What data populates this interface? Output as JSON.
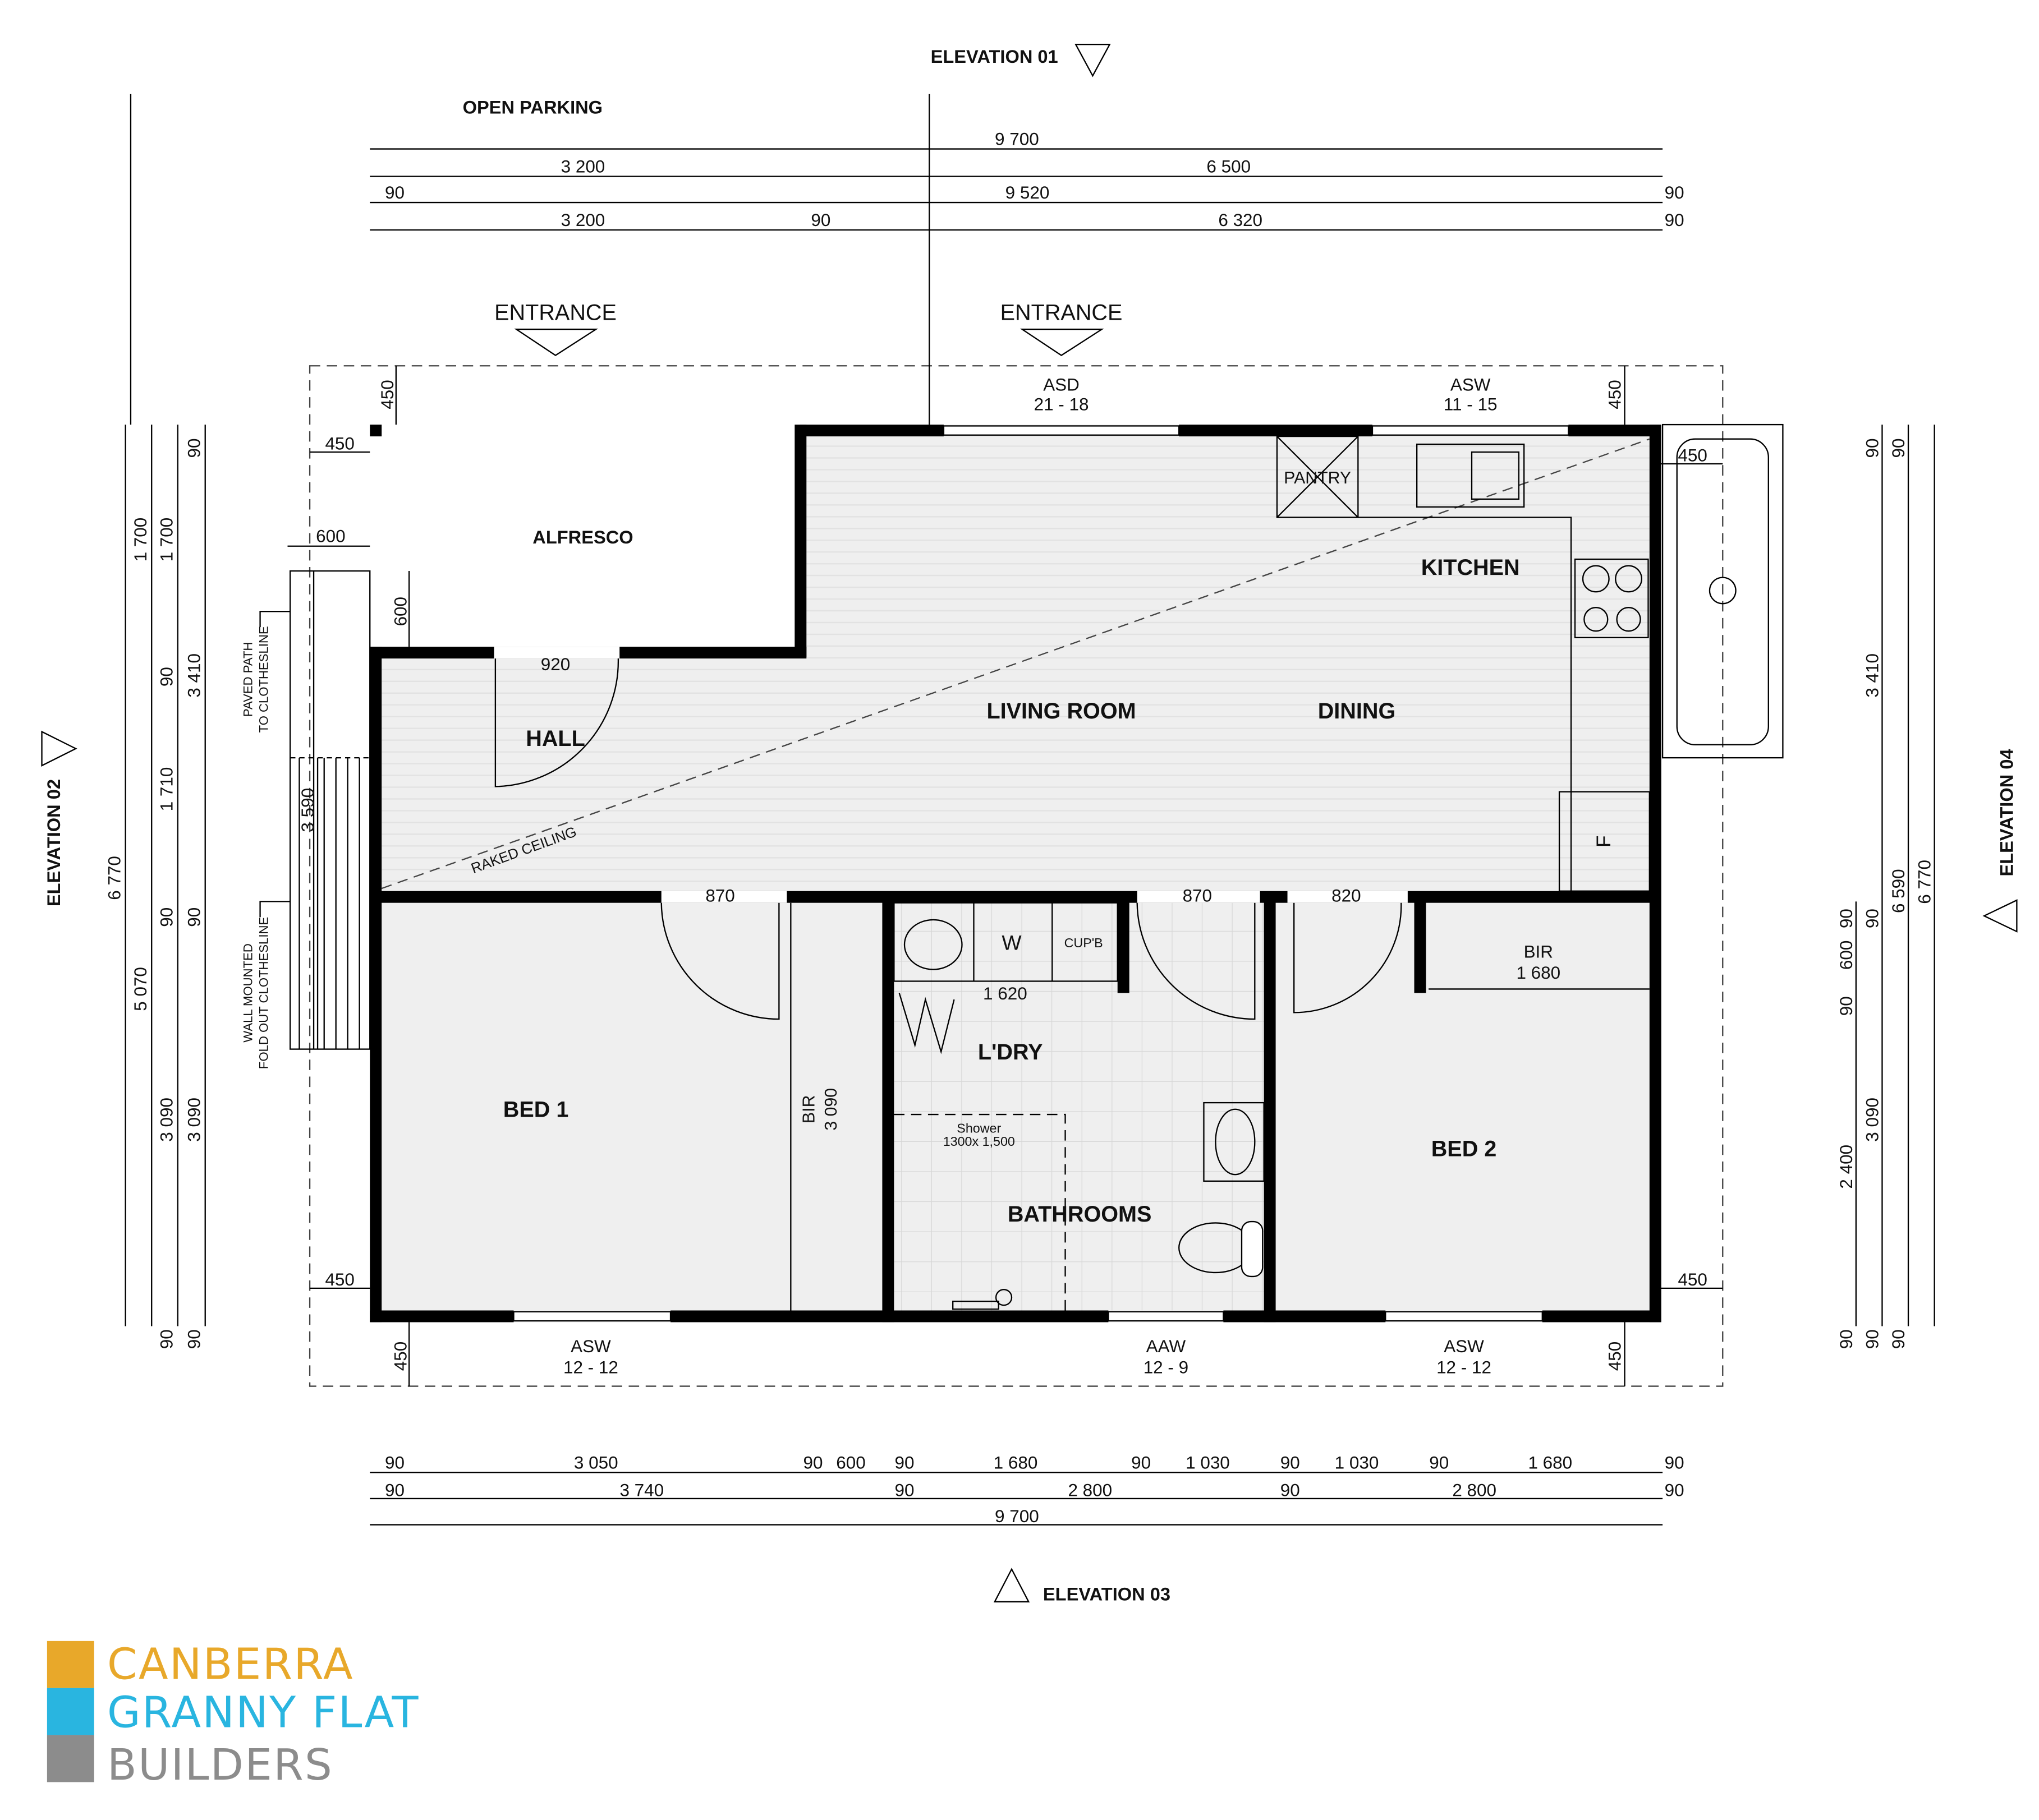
{
  "headings": {
    "open_parking": "OPEN PARKING",
    "elevation_01": "ELEVATION 01",
    "elevation_02": "ELEVATION 02",
    "elevation_03": "ELEVATION 03",
    "elevation_04": "ELEVATION 04",
    "entrance_left": "ENTRANCE",
    "entrance_right": "ENTRANCE"
  },
  "rooms": {
    "alfresco": "ALFRESCO",
    "pantry": "PANTRY",
    "kitchen": "KITCHEN",
    "hall": "HALL",
    "living_room": "LIVING ROOM",
    "dining": "DINING",
    "raked_ceiling": "RAKED CEILING",
    "fridge": "F",
    "bed1": "BED 1",
    "bir_bed1": "BIR",
    "bir_bed1_dim": "3 090",
    "washer": "W",
    "cupboard": "CUP'B",
    "laundry_dim": "1 620",
    "laundry": "L'DRY",
    "shower": "Shower",
    "shower_size": "1300x 1,500",
    "bathrooms": "BATHROOMS",
    "bed2": "BED 2",
    "bir_bed2": "BIR",
    "bir_bed2_dim": "1 680"
  },
  "windows": {
    "top_asd": {
      "type": "ASD",
      "size": "21 - 18"
    },
    "top_asw": {
      "type": "ASW",
      "size": "11 - 15"
    },
    "bottom_asw_left": {
      "type": "ASW",
      "size": "12 - 12"
    },
    "bottom_aaw": {
      "type": "AAW",
      "size": "12 - 9"
    },
    "bottom_asw_right": {
      "type": "ASW",
      "size": "12 - 12"
    }
  },
  "notes": {
    "paved_path_1": "PAVED PATH",
    "paved_path_2": "TO CLOTHESLINE",
    "clothesline_1": "WALL MOUNTED",
    "clothesline_2": "FOLD OUT CLOTHESLINE"
  },
  "door_dims": {
    "hall": "920",
    "bed1": "870",
    "bath": "870",
    "bed2": "820"
  },
  "setbacks": {
    "top_left": "450",
    "top_right": "450",
    "left_top": "450",
    "left_path": "600",
    "alfresco_depth": "600",
    "right_top": "450",
    "left_bottom": "450",
    "right_bottom": "450",
    "bottom_left": "450",
    "bottom_right": "450",
    "path_length": "3 590"
  },
  "dims": {
    "top": [
      "9 700",
      "3 200",
      "6 500",
      "90",
      "9 520",
      "90",
      "3 200",
      "90",
      "6 320",
      "90"
    ],
    "bottom": [
      "90",
      "3 050",
      "90",
      "600",
      "90",
      "1 680",
      "90",
      "1 030",
      "90",
      "1 030",
      "90",
      "1 680",
      "90",
      "90",
      "3 740",
      "90",
      "2 800",
      "90",
      "2 800",
      "90",
      "9 700"
    ],
    "left": [
      "6 770",
      "1 700",
      "5 070",
      "1 700",
      "90",
      "1 710",
      "90",
      "3 090",
      "90",
      "90",
      "3 410",
      "90",
      "3 090",
      "90"
    ],
    "right": [
      "90",
      "600",
      "90",
      "2 400",
      "90",
      "90",
      "3 410",
      "90",
      "3 090",
      "90",
      "90",
      "6 590",
      "90",
      "6 770"
    ]
  },
  "logo": {
    "line1": "CANBERRA",
    "line2": "GRANNY FLAT",
    "line3": "BUILDERS",
    "colors": {
      "orange": "#E8A82A",
      "blue": "#29B5E0",
      "gray": "#8C8C8C"
    }
  }
}
